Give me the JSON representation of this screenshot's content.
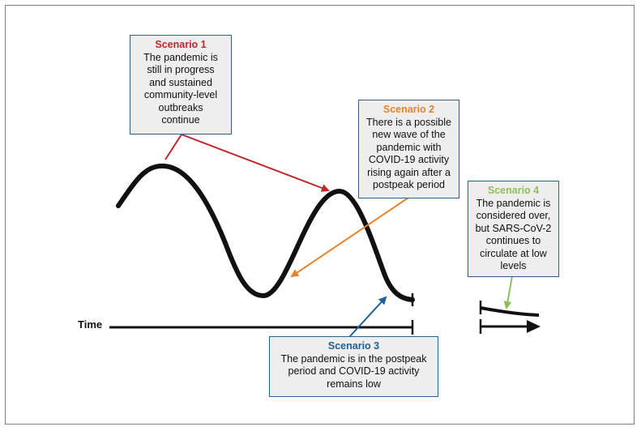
{
  "axis": {
    "label": "Time"
  },
  "scenarios": [
    {
      "title": "Scenario 1",
      "text": "The pandemic is\nstill in progress\nand sustained\ncommunity-level\noutbreaks\ncontinue",
      "color": "#c0272d"
    },
    {
      "title": "Scenario 2",
      "text": "There is a possible\nnew wave of the\npandemic with\nCOVID-19 activity\nrising again after a\npostpeak period",
      "color": "#e8822a"
    },
    {
      "title": "Scenario 3",
      "text": "The pandemic is in the postpeak\nperiod and COVID-19 activity\nremains low",
      "color": "#1f5f96"
    },
    {
      "title": "Scenario 4",
      "text": "The pandemic is\nconsidered over,\nbut SARS-CoV-2\ncontinues to\ncirculate at low\nlevels",
      "color": "#8dc05a"
    }
  ],
  "colors": {
    "box_border": "#2e5f8a",
    "box_fill": "#eeeeee",
    "curve": "#111111"
  }
}
